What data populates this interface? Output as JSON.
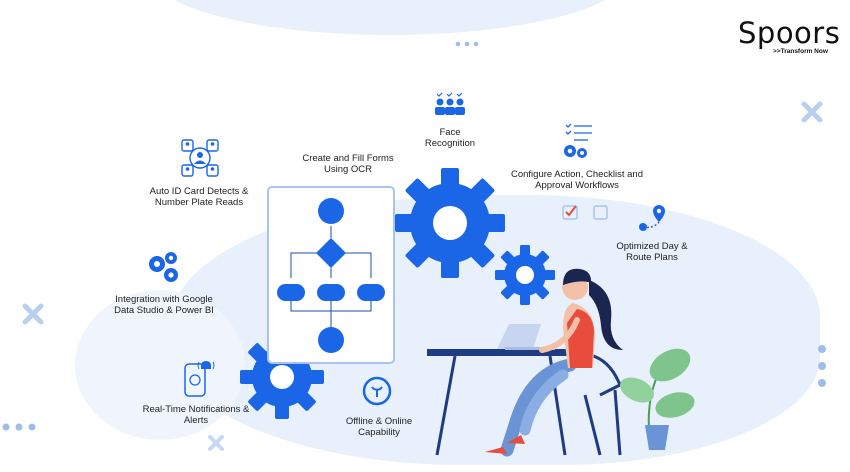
{
  "brand": {
    "name": "Spoors",
    "tagline": ">>Transform Now"
  },
  "features": {
    "face": "Face Recognition",
    "ocr": "Create and Fill Forms Using OCR",
    "idcard": "Auto ID Card  Detects & Number Plate Reads",
    "workflow": "Configure Action, Checklist and Approval Workflows",
    "route": "Optimized Day & Route Plans",
    "integration": "Integration with Google Data Studio & Power BI",
    "notifications": "Real-Time Notifications & Alerts",
    "offline": "Offline & Online Capability"
  },
  "colors": {
    "primary": "#1a66e6",
    "light_blob": "#e8f0fc",
    "accent_red": "#e84c3d",
    "plant": "#7fc48c"
  }
}
